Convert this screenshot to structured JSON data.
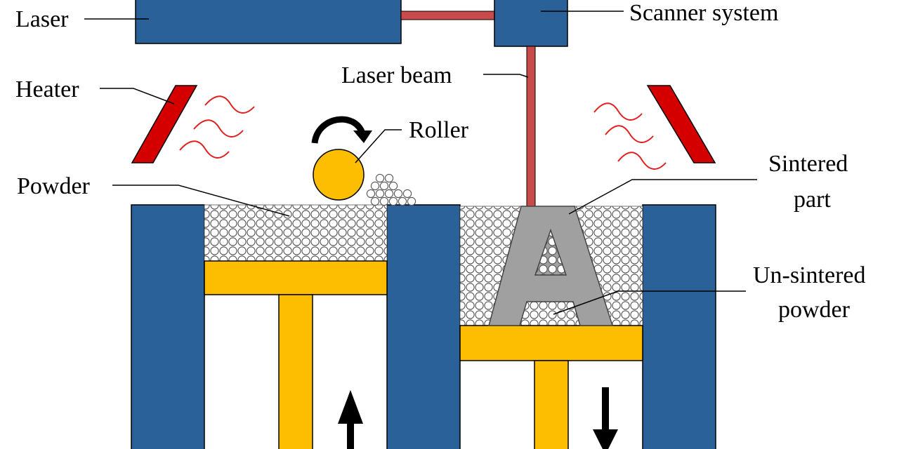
{
  "labels": {
    "laser": "Laser",
    "scanner_system": "Scanner system",
    "laser_beam": "Laser beam",
    "heater": "Heater",
    "roller": "Roller",
    "powder": "Powder",
    "sintered_part_line1": "Sintered",
    "sintered_part_line2": "part",
    "unsintered_line1": "Un-sintered",
    "unsintered_line2": "powder",
    "part_letter": "A"
  },
  "colors": {
    "structure_blue": "#2a6199",
    "platform_yellow": "#fdbd00",
    "heater_red": "#d40000",
    "heat_wave_red": "#e02020",
    "beam_red": "#c84a4a",
    "part_gray": "#a0a0a0",
    "powder_fill": "#ffffff",
    "powder_stroke": "#555555"
  },
  "icons": {
    "roller_rotation": "curved-arrow-icon",
    "feed_direction": "arrow-up-icon",
    "build_direction": "arrow-down-icon"
  }
}
